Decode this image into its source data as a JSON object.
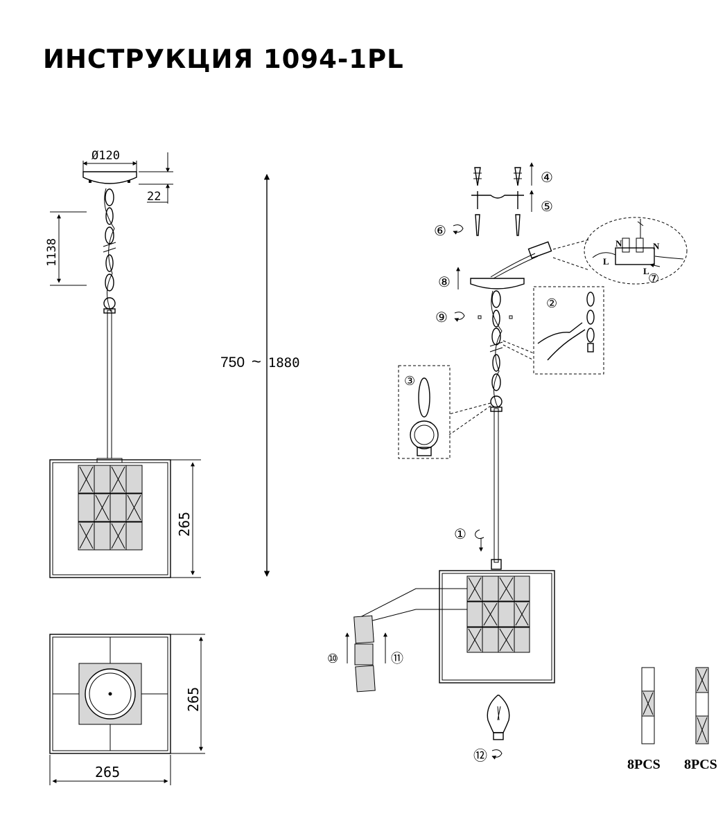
{
  "title": "ИНСТРУКЦИЯ 1094-1PL",
  "dimensions": {
    "canopy_diameter": "Ø120",
    "canopy_height": "22",
    "chain_length": "1138",
    "overall_min": "750",
    "overall_tilde": "~",
    "overall_max": "1880",
    "shade_height": "265",
    "shade_depth": "265",
    "shade_width": "265"
  },
  "steps": [
    "①",
    "②",
    "③",
    "④",
    "⑤",
    "⑥",
    "⑦",
    "⑧",
    "⑨",
    "⑩",
    "⑪",
    "⑫"
  ],
  "wiring_labels": {
    "neutral": "N",
    "live": "L"
  },
  "crystal_packs": [
    {
      "quantity": "8PCS"
    },
    {
      "quantity": "8PCS"
    }
  ]
}
